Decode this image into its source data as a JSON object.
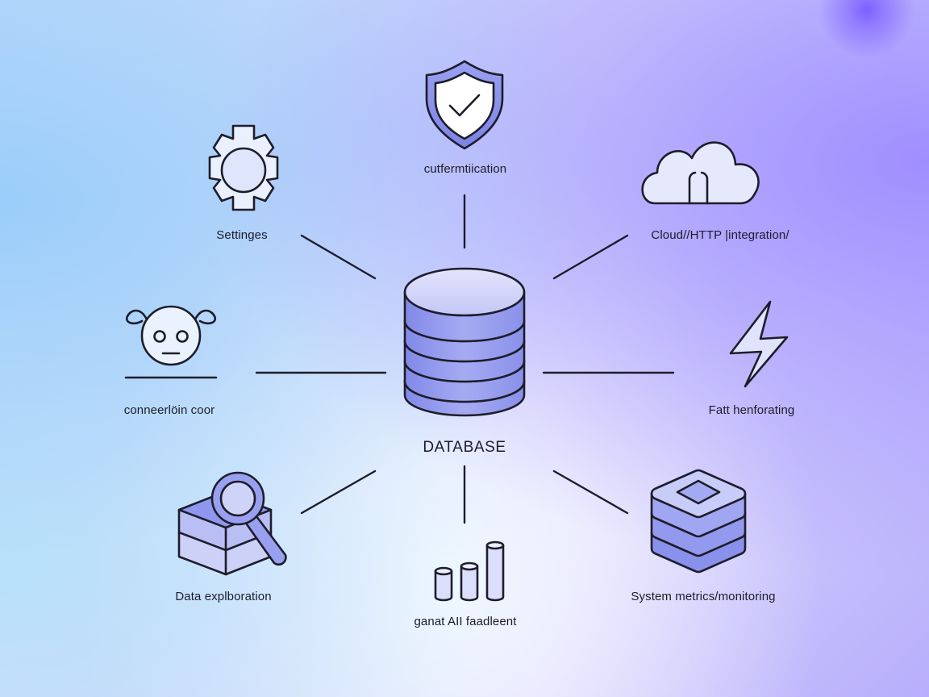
{
  "center": {
    "label": "DATABASE",
    "icon": "database-icon"
  },
  "nodes": [
    {
      "id": "auth",
      "label": "cutfermtiication",
      "icon": "shield-check-icon"
    },
    {
      "id": "settings",
      "label": "Settinges",
      "icon": "gear-icon"
    },
    {
      "id": "cloud",
      "label": "Cloud//HTTP |integration/",
      "icon": "cloud-icon"
    },
    {
      "id": "connection",
      "label": "conneerlöin coor",
      "icon": "robot-face-icon"
    },
    {
      "id": "performance",
      "label": "Fatt henforating",
      "icon": "lightning-icon"
    },
    {
      "id": "exploration",
      "label": "Data explboration",
      "icon": "magnifier-box-icon"
    },
    {
      "id": "ai",
      "label": "ganat AII faadleent",
      "icon": "bar-cylinders-icon"
    },
    {
      "id": "monitoring",
      "label": "System metrics/monitoring",
      "icon": "server-stack-icon"
    }
  ],
  "colors": {
    "accent": "#8e96ee",
    "accent_light": "#c9cdf7",
    "accent_fill": "#dfe2fb",
    "stroke": "#1d1d2b"
  }
}
